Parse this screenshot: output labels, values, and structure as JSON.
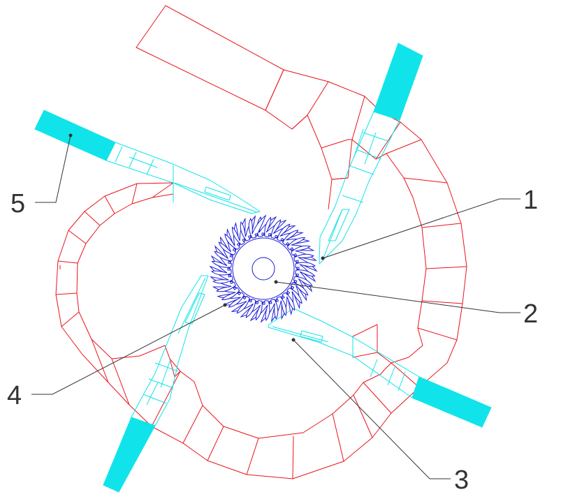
{
  "callouts": [
    {
      "number": "1"
    },
    {
      "number": "2"
    },
    {
      "number": "3"
    },
    {
      "number": "4"
    },
    {
      "number": "5"
    }
  ],
  "colors": {
    "casing": "#e8141c",
    "injector": "#10e4ea",
    "runner": "#1c1cd2",
    "leader": "#333333"
  },
  "runner": {
    "bucket_count": 32
  }
}
